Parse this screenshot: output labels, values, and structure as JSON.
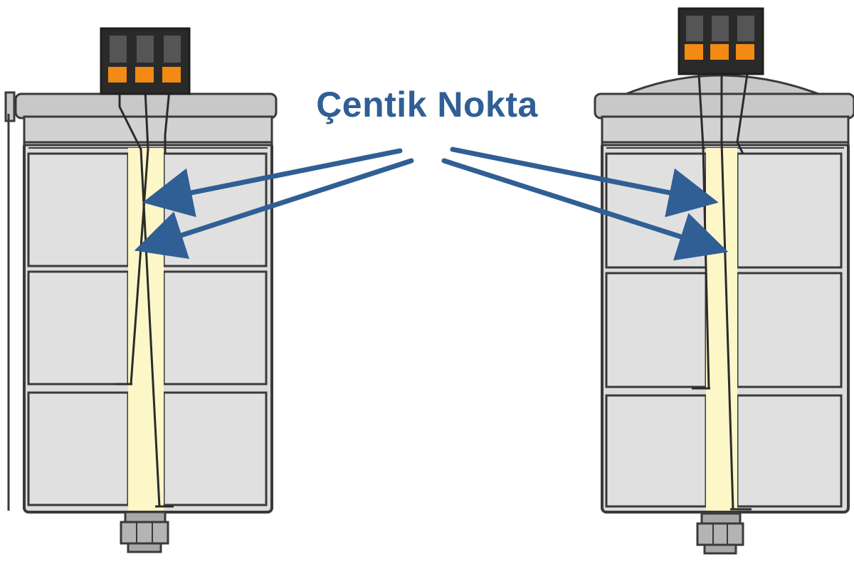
{
  "label": {
    "text": "Çentik Nokta",
    "color": "#2f5f94"
  },
  "colors": {
    "outline": "#3a3a3a",
    "panel": "#dcdcdc",
    "cap": "#c8c8c8",
    "slot": "#fdf6c7",
    "terminal_body": "#2a2a2a",
    "terminal_slot": "#555555",
    "terminal_contact": "#f28a14",
    "wire": "#2b2b2b",
    "bolt": "#a8a8a8",
    "arrow": "#2f5f94"
  },
  "components": [
    "left-cell",
    "right-cell"
  ],
  "icons": [
    "terminal-block-icon",
    "bolt-icon",
    "arrow-icon"
  ]
}
